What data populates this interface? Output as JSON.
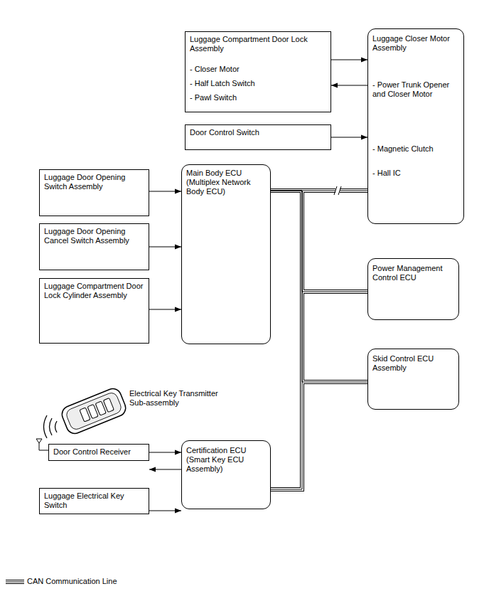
{
  "diagram": {
    "nodes": [
      {
        "text": [
          "Luggage Compartment Door Lock Assembly",
          "- Closer Motor",
          "- Half Latch Switch",
          "- Pawl Switch"
        ]
      },
      {
        "text": [
          "Luggage Closer Motor Assembly",
          "- Power Trunk Opener and Closer Motor",
          "- Magnetic Clutch",
          "- Hall IC"
        ]
      },
      {
        "text": [
          "Door Control Switch"
        ]
      },
      {
        "text": [
          "Luggage Door Opening Switch Assembly"
        ]
      },
      {
        "text": [
          "Main Body ECU (Multiplex Network Body ECU)"
        ]
      },
      {
        "text": [
          "Luggage Door Opening Cancel Switch Assembly"
        ]
      },
      {
        "text": [
          "Luggage Compartment Door Lock Cylinder Assembly"
        ]
      },
      {
        "text": [
          "Power Management Control ECU"
        ]
      },
      {
        "text": [
          "Skid Control ECU Assembly"
        ]
      },
      {
        "text": [
          "Door Control Receiver"
        ]
      },
      {
        "text": [
          "Certification ECU (Smart Key ECU Assembly)"
        ]
      },
      {
        "text": [
          "Luggage Electrical Key Switch"
        ]
      }
    ],
    "edges": [
      {
        "from": 0,
        "to": 1,
        "arrow": "to"
      },
      {
        "from": 1,
        "to": 0,
        "arrow": "to"
      },
      {
        "from": 2,
        "to": 1,
        "arrow": "to"
      },
      {
        "from": 3,
        "to": 4,
        "arrow": "to"
      },
      {
        "from": 5,
        "to": 4,
        "arrow": "to"
      },
      {
        "from": 6,
        "to": 4,
        "arrow": "to"
      },
      {
        "from": 9,
        "to": 10,
        "arrow": "to"
      },
      {
        "from": 10,
        "to": 9,
        "arrow": "to"
      },
      {
        "from": 11,
        "to": 10,
        "arrow": "to"
      },
      {
        "from": 4,
        "to": 1,
        "arrow": "none"
      },
      {
        "from": 4,
        "to": 7,
        "arrow": "none"
      },
      {
        "from": 4,
        "to": 8,
        "arrow": "none"
      },
      {
        "from": 4,
        "to": 10,
        "arrow": "none"
      }
    ],
    "labels": [
      "Electrical Key Transmitter Sub-assembly"
    ],
    "legend": [
      {
        "text": "CAN Communication Line"
      }
    ]
  }
}
